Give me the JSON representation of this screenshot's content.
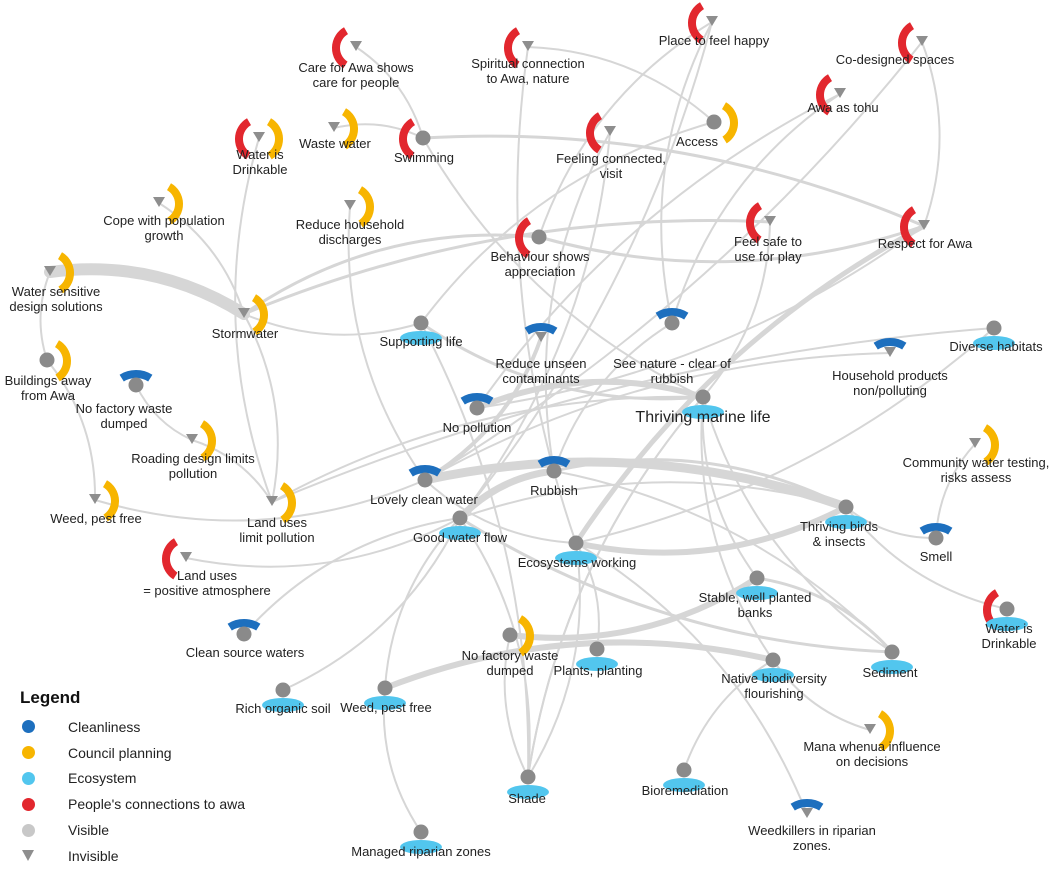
{
  "legend": {
    "title": "Legend",
    "items": [
      {
        "key": "cleanliness",
        "label": "Cleanliness",
        "color": "#1d6fbe",
        "symbol": "dot"
      },
      {
        "key": "council",
        "label": "Council planning",
        "color": "#f7b500",
        "symbol": "dot"
      },
      {
        "key": "ecosystem",
        "label": "Ecosystem",
        "color": "#52c6ee",
        "symbol": "dot"
      },
      {
        "key": "people",
        "label": "People's connections to awa",
        "color": "#e2272e",
        "symbol": "dot"
      },
      {
        "key": "visible",
        "label": "Visible",
        "color": "#c8c8c8",
        "symbol": "dot"
      },
      {
        "key": "invisible",
        "label": "Invisible",
        "color": "#8e8e8e",
        "symbol": "triangle"
      }
    ]
  },
  "nodes": [
    {
      "id": "place_happy",
      "label": [
        "Place to feel happy"
      ],
      "category": "people",
      "visibility": "invisible"
    },
    {
      "id": "care_awa",
      "label": [
        "Care for Awa shows",
        "care for people"
      ],
      "category": "people",
      "visibility": "invisible"
    },
    {
      "id": "spiritual",
      "label": [
        "Spiritual connection",
        "to Awa, nature"
      ],
      "category": "people",
      "visibility": "invisible"
    },
    {
      "id": "codesigned",
      "label": [
        "Co-designed spaces"
      ],
      "category": "people",
      "visibility": "invisible"
    },
    {
      "id": "awa_tohu",
      "label": [
        "Awa as tohu"
      ],
      "category": "people",
      "visibility": "invisible"
    },
    {
      "id": "water_drinkable_top",
      "label": [
        "Water is",
        "Drinkable"
      ],
      "category": "people+council",
      "visibility": "invisible"
    },
    {
      "id": "waste_water",
      "label": [
        "Waste water"
      ],
      "category": "council",
      "visibility": "invisible"
    },
    {
      "id": "swimming",
      "label": [
        "Swimming"
      ],
      "category": "people",
      "visibility": "visible"
    },
    {
      "id": "feeling_connected",
      "label": [
        "Feeling connected,",
        "visit"
      ],
      "category": "people",
      "visibility": "invisible"
    },
    {
      "id": "access",
      "label": [
        "Access"
      ],
      "category": "council",
      "visibility": "visible"
    },
    {
      "id": "cope_population",
      "label": [
        "Cope with population",
        "growth"
      ],
      "category": "council",
      "visibility": "invisible"
    },
    {
      "id": "reduce_household",
      "label": [
        "Reduce household",
        "discharges"
      ],
      "category": "council",
      "visibility": "invisible"
    },
    {
      "id": "feel_safe",
      "label": [
        "Feel safe to",
        "use for play"
      ],
      "category": "people",
      "visibility": "invisible"
    },
    {
      "id": "respect_awa",
      "label": [
        "Respect for Awa"
      ],
      "category": "people",
      "visibility": "invisible"
    },
    {
      "id": "behaviour",
      "label": [
        "Behaviour shows",
        "appreciation"
      ],
      "category": "people",
      "visibility": "visible"
    },
    {
      "id": "water_sensitive",
      "label": [
        "Water sensitive",
        "design solutions"
      ],
      "category": "council",
      "visibility": "invisible"
    },
    {
      "id": "stormwater",
      "label": [
        "Stormwater"
      ],
      "category": "council",
      "visibility": "invisible"
    },
    {
      "id": "supporting_life",
      "label": [
        "Supporting life"
      ],
      "category": "ecosystem",
      "visibility": "visible"
    },
    {
      "id": "reduce_unseen",
      "label": [
        "Reduce unseen",
        "contaminants"
      ],
      "category": "cleanliness",
      "visibility": "invisible"
    },
    {
      "id": "see_nature",
      "label": [
        "See nature - clear of",
        "rubbish"
      ],
      "category": "cleanliness",
      "visibility": "visible"
    },
    {
      "id": "diverse_habitats",
      "label": [
        "Diverse habitats"
      ],
      "category": "ecosystem",
      "visibility": "visible"
    },
    {
      "id": "buildings_away",
      "label": [
        "Buildings away",
        "from Awa"
      ],
      "category": "council",
      "visibility": "visible"
    },
    {
      "id": "household_products",
      "label": [
        "Household products",
        "non/polluting"
      ],
      "category": "cleanliness",
      "visibility": "invisible"
    },
    {
      "id": "no_factory_top",
      "label": [
        "No factory waste",
        "dumped"
      ],
      "category": "cleanliness",
      "visibility": "visible"
    },
    {
      "id": "no_pollution",
      "label": [
        "No pollution"
      ],
      "category": "cleanliness",
      "visibility": "visible"
    },
    {
      "id": "thriving_marine",
      "label": [
        "Thriving marine life"
      ],
      "category": "ecosystem",
      "visibility": "visible"
    },
    {
      "id": "roading",
      "label": [
        "Roading design limits",
        "pollution"
      ],
      "category": "council",
      "visibility": "invisible"
    },
    {
      "id": "community_testing",
      "label": [
        "Community water testing,",
        "risks assess"
      ],
      "category": "council",
      "visibility": "invisible"
    },
    {
      "id": "lovely_clean",
      "label": [
        "Lovely clean water"
      ],
      "category": "cleanliness",
      "visibility": "visible"
    },
    {
      "id": "rubbish",
      "label": [
        "Rubbish"
      ],
      "category": "cleanliness",
      "visibility": "visible"
    },
    {
      "id": "weed_pest_left",
      "label": [
        "Weed, pest free"
      ],
      "category": "council",
      "visibility": "invisible"
    },
    {
      "id": "land_uses_limit",
      "label": [
        "Land uses",
        "limit pollution"
      ],
      "category": "council",
      "visibility": "invisible"
    },
    {
      "id": "good_water_flow",
      "label": [
        "Good water flow"
      ],
      "category": "ecosystem",
      "visibility": "visible"
    },
    {
      "id": "thriving_birds",
      "label": [
        "Thriving birds",
        "& insects"
      ],
      "category": "ecosystem",
      "visibility": "visible"
    },
    {
      "id": "smell",
      "label": [
        "Smell"
      ],
      "category": "cleanliness",
      "visibility": "visible"
    },
    {
      "id": "ecosystems_working",
      "label": [
        "Ecosystems working"
      ],
      "category": "ecosystem",
      "visibility": "visible"
    },
    {
      "id": "land_uses_positive",
      "label": [
        "Land uses",
        "= positive atmosphere"
      ],
      "category": "people",
      "visibility": "invisible"
    },
    {
      "id": "stable_banks",
      "label": [
        "Stable, well planted",
        "banks"
      ],
      "category": "ecosystem",
      "visibility": "visible"
    },
    {
      "id": "water_drinkable_right",
      "label": [
        "Water is",
        "Drinkable"
      ],
      "category": "people+ecosystem",
      "visibility": "visible"
    },
    {
      "id": "clean_source",
      "label": [
        "Clean source waters"
      ],
      "category": "cleanliness",
      "visibility": "visible"
    },
    {
      "id": "no_factory_bottom",
      "label": [
        "No factory waste",
        "dumped"
      ],
      "category": "council",
      "visibility": "visible"
    },
    {
      "id": "plants_planting",
      "label": [
        "Plants, planting"
      ],
      "category": "ecosystem",
      "visibility": "visible"
    },
    {
      "id": "native_biodiversity",
      "label": [
        "Native biodiversity",
        "flourishing"
      ],
      "category": "ecosystem",
      "visibility": "visible"
    },
    {
      "id": "sediment",
      "label": [
        "Sediment"
      ],
      "category": "ecosystem",
      "visibility": "visible"
    },
    {
      "id": "rich_soil",
      "label": [
        "Rich organic soil"
      ],
      "category": "ecosystem",
      "visibility": "visible"
    },
    {
      "id": "weed_pest_bottom",
      "label": [
        "Weed, pest free"
      ],
      "category": "ecosystem",
      "visibility": "visible"
    },
    {
      "id": "mana_whenua",
      "label": [
        "Mana whenua influence",
        "on decisions"
      ],
      "category": "council",
      "visibility": "invisible"
    },
    {
      "id": "shade",
      "label": [
        "Shade"
      ],
      "category": "ecosystem",
      "visibility": "visible"
    },
    {
      "id": "bioremediation",
      "label": [
        "Bioremediation"
      ],
      "category": "ecosystem",
      "visibility": "visible"
    },
    {
      "id": "weedkillers",
      "label": [
        "Weedkillers in riparian",
        "zones."
      ],
      "category": "cleanliness",
      "visibility": "invisible"
    },
    {
      "id": "managed_riparian",
      "label": [
        "Managed riparian zones"
      ],
      "category": "ecosystem",
      "visibility": "visible"
    }
  ],
  "edges": [
    [
      "water_sensitive",
      "stormwater",
      12
    ],
    [
      "thriving_birds",
      "lovely_clean",
      9
    ],
    [
      "good_water_flow",
      "rubbish",
      7
    ],
    [
      "ecosystems_working",
      "thriving_birds",
      6
    ],
    [
      "no_pollution",
      "thriving_marine",
      6
    ],
    [
      "no_factory_bottom",
      "stable_banks",
      6
    ],
    [
      "weed_pest_bottom",
      "native_biodiversity",
      6
    ],
    [
      "respect_awa",
      "ecosystems_working",
      5
    ],
    [
      "reduce_unseen",
      "lovely_clean",
      4
    ],
    [
      "behaviour",
      "stormwater",
      3
    ],
    [
      "stormwater",
      "feel_safe",
      3
    ],
    [
      "behaviour",
      "respect_awa",
      3
    ],
    [
      "swimming",
      "respect_awa",
      3
    ],
    [
      "supporting_life",
      "thriving_marine",
      3
    ],
    [
      "rubbish",
      "thriving_birds",
      3
    ],
    [
      "good_water_flow",
      "sediment",
      3
    ],
    [
      "stable_banks",
      "sediment",
      3
    ],
    [
      "water_drinkable_top",
      "land_uses_limit",
      2
    ],
    [
      "care_awa",
      "swimming",
      2
    ],
    [
      "spiritual",
      "ecosystems_working",
      2
    ],
    [
      "place_happy",
      "good_water_flow",
      2
    ],
    [
      "place_happy",
      "behaviour",
      2
    ],
    [
      "codesigned",
      "respect_awa",
      2
    ],
    [
      "awa_tohu",
      "see_nature",
      2
    ],
    [
      "waste_water",
      "swimming",
      2
    ],
    [
      "swimming",
      "thriving_marine",
      2
    ],
    [
      "feeling_connected",
      "good_water_flow",
      2
    ],
    [
      "access",
      "supporting_life",
      2
    ],
    [
      "cope_population",
      "stormwater",
      2
    ],
    [
      "reduce_household",
      "lovely_clean",
      2
    ],
    [
      "feel_safe",
      "thriving_marine",
      2
    ],
    [
      "stormwater",
      "supporting_life",
      2
    ],
    [
      "stormwater",
      "land_uses_limit",
      2
    ],
    [
      "water_sensitive",
      "buildings_away",
      2
    ],
    [
      "buildings_away",
      "weed_pest_left",
      2
    ],
    [
      "no_factory_top",
      "roading",
      2
    ],
    [
      "roading",
      "land_uses_limit",
      2
    ],
    [
      "weed_pest_left",
      "lovely_clean",
      2
    ],
    [
      "land_uses_limit",
      "diverse_habitats",
      2
    ],
    [
      "land_uses_positive",
      "good_water_flow",
      2
    ],
    [
      "clean_source",
      "good_water_flow",
      2
    ],
    [
      "rich_soil",
      "good_water_flow",
      2
    ],
    [
      "weed_pest_bottom",
      "good_water_flow",
      2
    ],
    [
      "shade",
      "good_water_flow",
      2
    ],
    [
      "shade",
      "thriving_marine",
      2
    ],
    [
      "plants_planting",
      "ecosystems_working",
      2
    ],
    [
      "native_biodiversity",
      "thriving_marine",
      2
    ],
    [
      "native_biodiversity",
      "mana_whenua",
      2
    ],
    [
      "bioremediation",
      "native_biodiversity",
      2
    ],
    [
      "weedkillers",
      "ecosystems_working",
      2
    ],
    [
      "managed_riparian",
      "weed_pest_bottom",
      2
    ],
    [
      "household_products",
      "lovely_clean",
      2
    ],
    [
      "diverse_habitats",
      "ecosystems_working",
      2
    ],
    [
      "community_testing",
      "smell",
      2
    ],
    [
      "smell",
      "thriving_birds",
      2
    ],
    [
      "thriving_birds",
      "water_drinkable_right",
      2
    ],
    [
      "sediment",
      "thriving_marine",
      2
    ],
    [
      "see_nature",
      "rubbish",
      2
    ],
    [
      "rubbish",
      "sediment",
      2
    ],
    [
      "no_pollution",
      "respect_awa",
      2
    ],
    [
      "ecosystems_working",
      "shade",
      2
    ],
    [
      "no_factory_bottom",
      "shade",
      2
    ],
    [
      "supporting_life",
      "shade",
      2
    ],
    [
      "lovely_clean",
      "ecosystems_working",
      2
    ],
    [
      "good_water_flow",
      "thriving_birds",
      2
    ],
    [
      "feeling_connected",
      "rubbish",
      2
    ],
    [
      "codesigned",
      "lovely_clean",
      2
    ],
    [
      "place_happy",
      "see_nature",
      2
    ],
    [
      "spiritual",
      "access",
      2
    ],
    [
      "awa_tohu",
      "no_pollution",
      2
    ],
    [
      "stable_banks",
      "thriving_marine",
      2
    ],
    [
      "thriving_marine",
      "shade",
      2
    ],
    [
      "land_uses_limit",
      "thriving_marine",
      2
    ]
  ]
}
